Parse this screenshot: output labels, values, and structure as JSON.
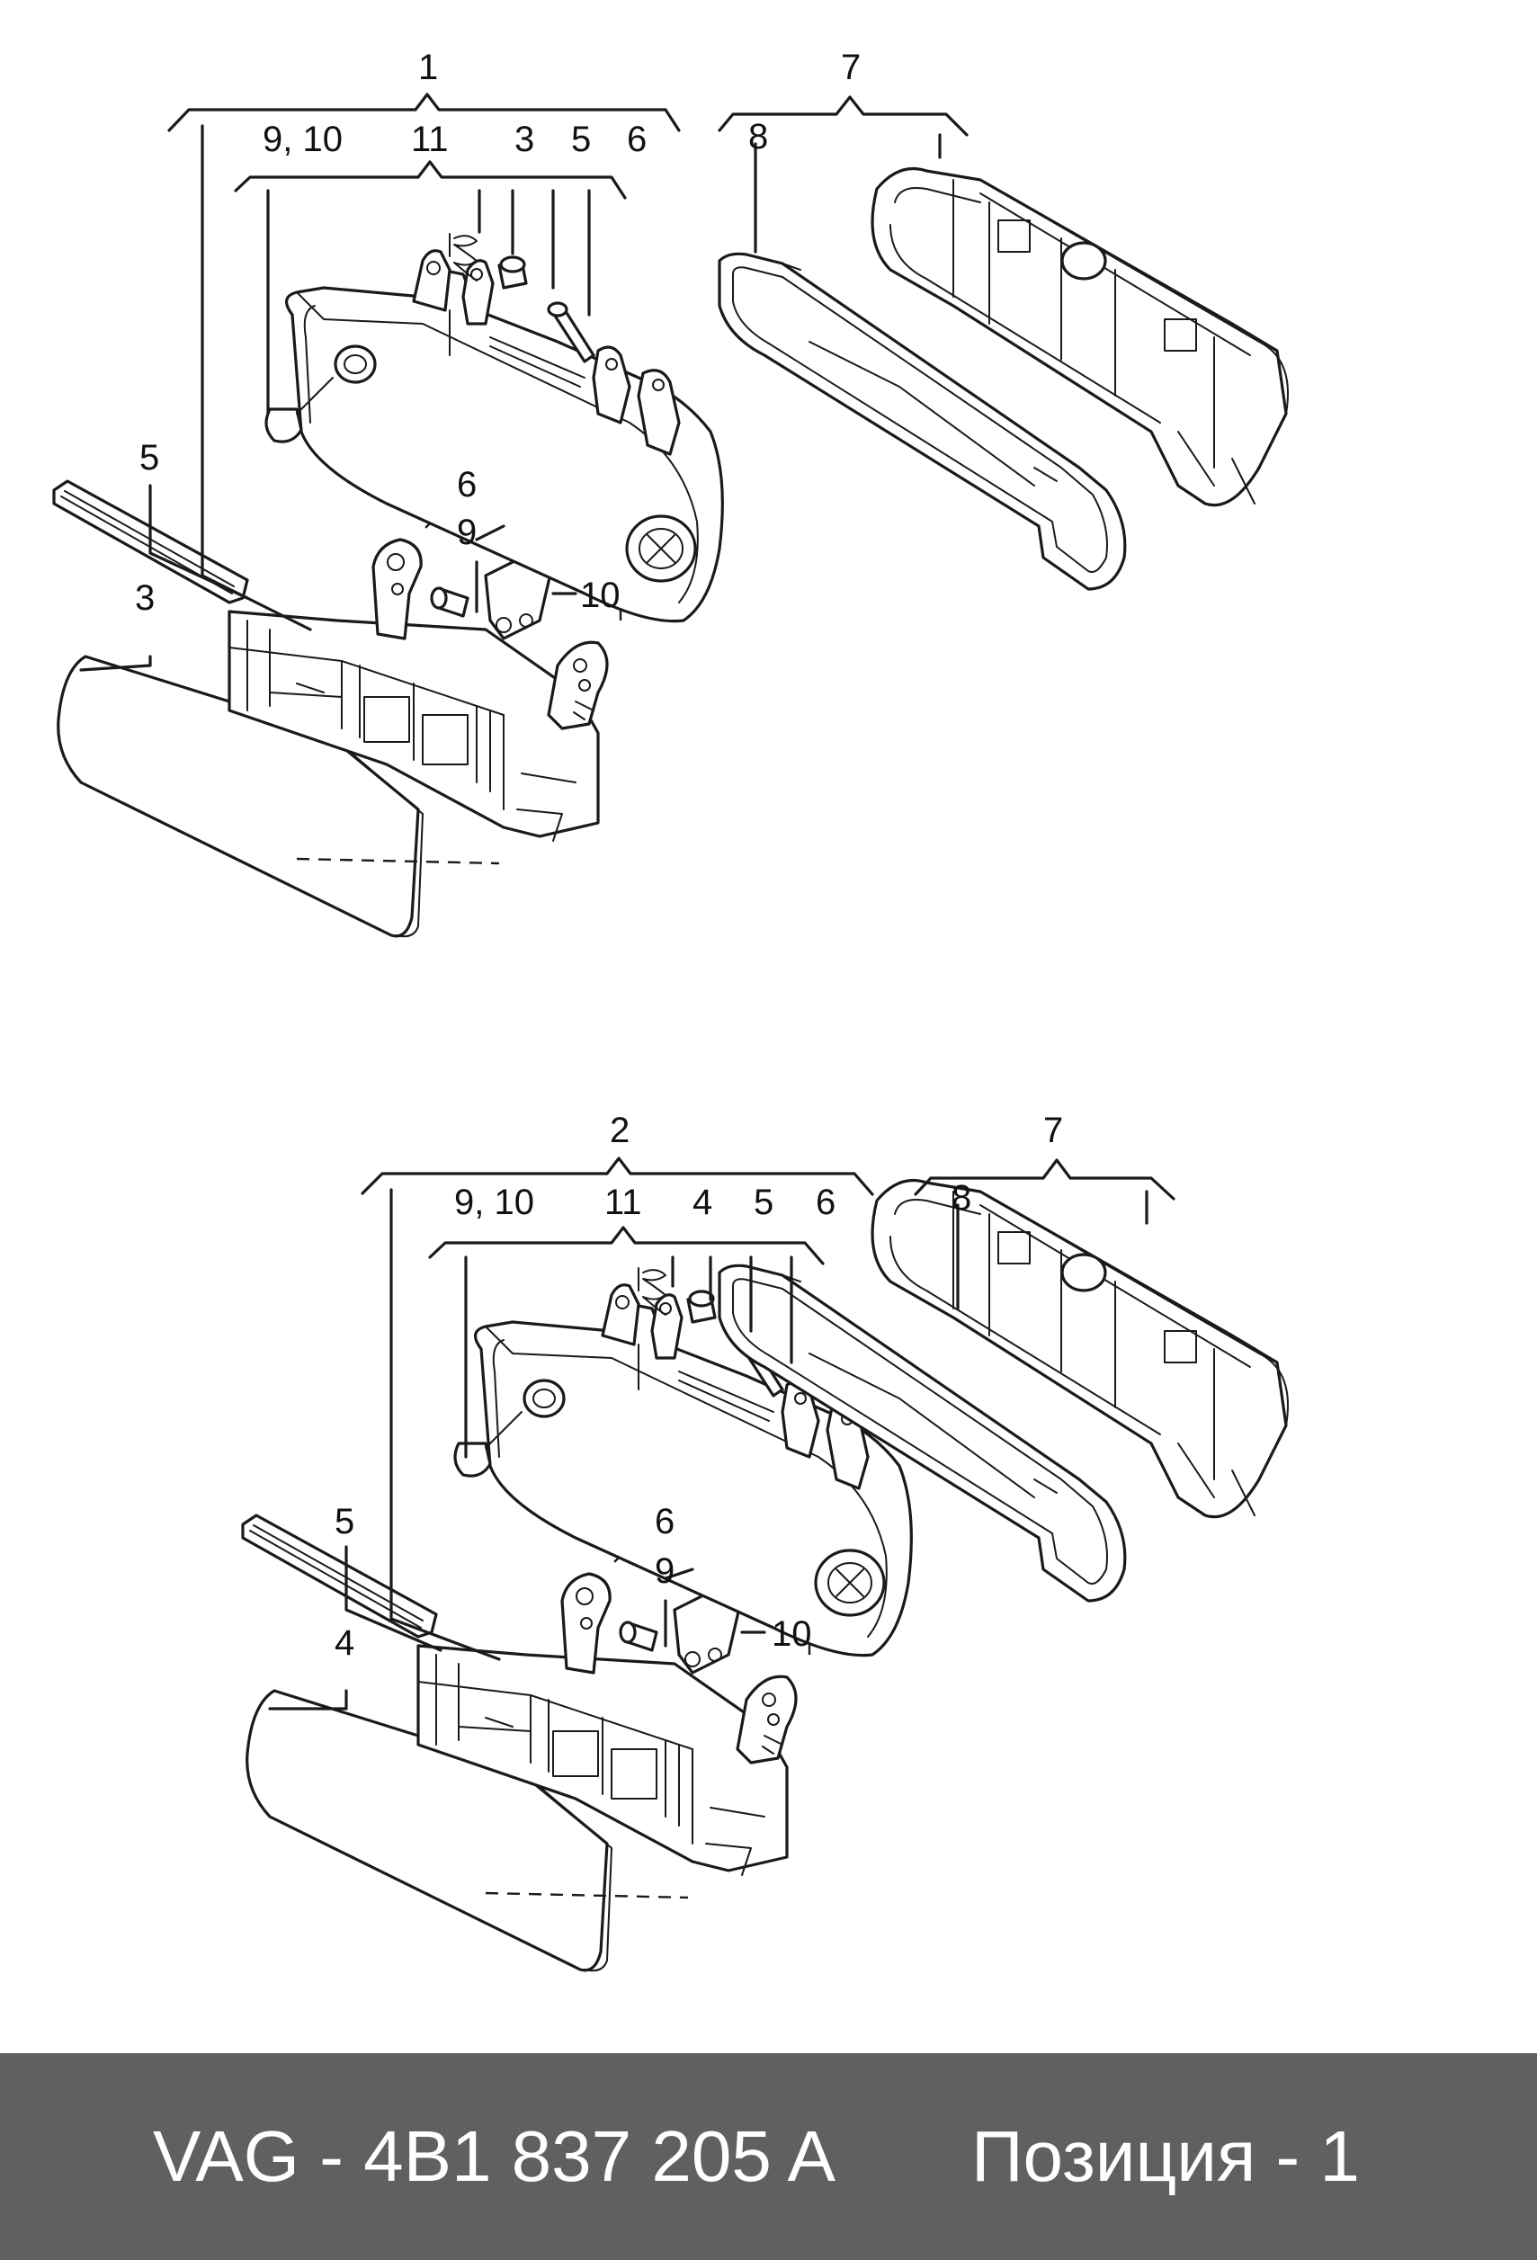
{
  "diagram": {
    "upper_assembly": {
      "labels": [
        "1",
        "9, 10",
        "11",
        "3",
        "5",
        "6",
        "7",
        "8",
        "5",
        "3",
        "6",
        "9",
        "10"
      ]
    },
    "lower_assembly": {
      "labels": [
        "2",
        "9, 10",
        "11",
        "4",
        "5",
        "6",
        "7",
        "8",
        "5",
        "4",
        "6",
        "9",
        "10"
      ]
    }
  },
  "footer": {
    "part_number": "VAG - 4B1 837 205 A",
    "position": "Позиция - 1"
  }
}
